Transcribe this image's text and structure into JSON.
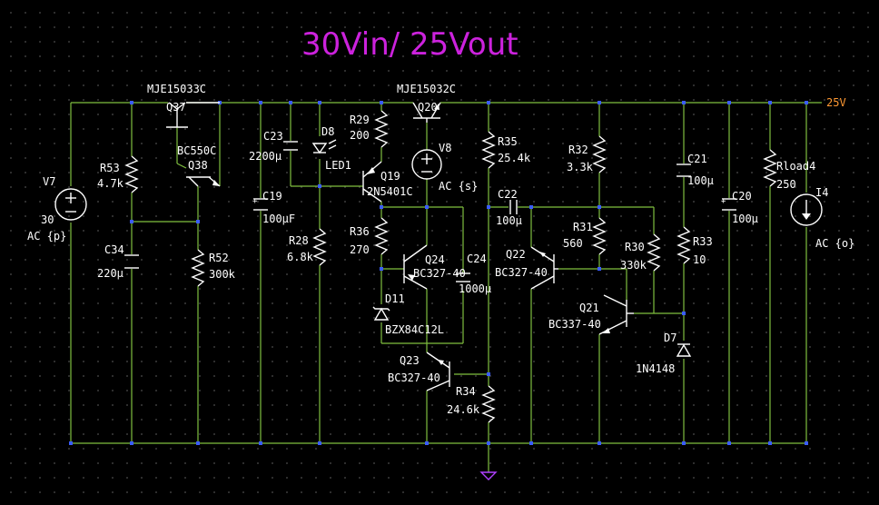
{
  "title": "30Vin/ 25Vout",
  "net_label": "25V",
  "colors": {
    "wire": "#7fbf3f",
    "component": "#ffffff",
    "junction": "#3a5cff",
    "title": "#cc22dd",
    "net": "#ff9933",
    "ground": "#b040ff",
    "background": "#000000"
  },
  "components": {
    "q37": {
      "name": "Q37",
      "part": "MJE15033C"
    },
    "q38": {
      "name": "Q38",
      "part": "BC550C"
    },
    "q20": {
      "name": "Q20",
      "part": "MJE15032C"
    },
    "q19": {
      "name": "Q19",
      "part": "2N5401C"
    },
    "q24": {
      "name": "Q24",
      "part": "BC327-40"
    },
    "q23": {
      "name": "Q23",
      "part": "BC327-40"
    },
    "q22": {
      "name": "Q22",
      "part": "BC327-40"
    },
    "q21": {
      "name": "Q21",
      "part": "BC337-40"
    },
    "v7": {
      "name": "V7",
      "value": "30",
      "spec": "AC {p}"
    },
    "v8": {
      "name": "V8",
      "spec": "AC {s}"
    },
    "i4": {
      "name": "I4",
      "spec": "AC {o}"
    },
    "r53": {
      "name": "R53",
      "value": "4.7k"
    },
    "r52": {
      "name": "R52",
      "value": "300k"
    },
    "r29": {
      "name": "R29",
      "value": "200"
    },
    "r28": {
      "name": "R28",
      "value": "6.8k"
    },
    "r36": {
      "name": "R36",
      "value": "270"
    },
    "r35": {
      "name": "R35",
      "value": "25.4k"
    },
    "r34": {
      "name": "R34",
      "value": "24.6k"
    },
    "r32": {
      "name": "R32",
      "value": "3.3k"
    },
    "r31": {
      "name": "R31",
      "value": "560"
    },
    "r30": {
      "name": "R30",
      "value": "330k"
    },
    "r33": {
      "name": "R33",
      "value": "10"
    },
    "rload": {
      "name": "Rload4",
      "value": "250"
    },
    "c34": {
      "name": "C34",
      "value": "220µ"
    },
    "c23": {
      "name": "C23",
      "value": "2200µ"
    },
    "c19": {
      "name": "C19",
      "value": "100µF"
    },
    "c24": {
      "name": "C24",
      "value": "1000µ"
    },
    "c22": {
      "name": "C22",
      "value": "100µ"
    },
    "c21": {
      "name": "C21",
      "value": "100µ"
    },
    "c20": {
      "name": "C20",
      "value": "100µ"
    },
    "d8": {
      "name": "D8",
      "part": "LED1"
    },
    "d11": {
      "name": "D11",
      "part": "BZX84C12L"
    },
    "d7": {
      "name": "D7",
      "part": "1N4148"
    }
  }
}
